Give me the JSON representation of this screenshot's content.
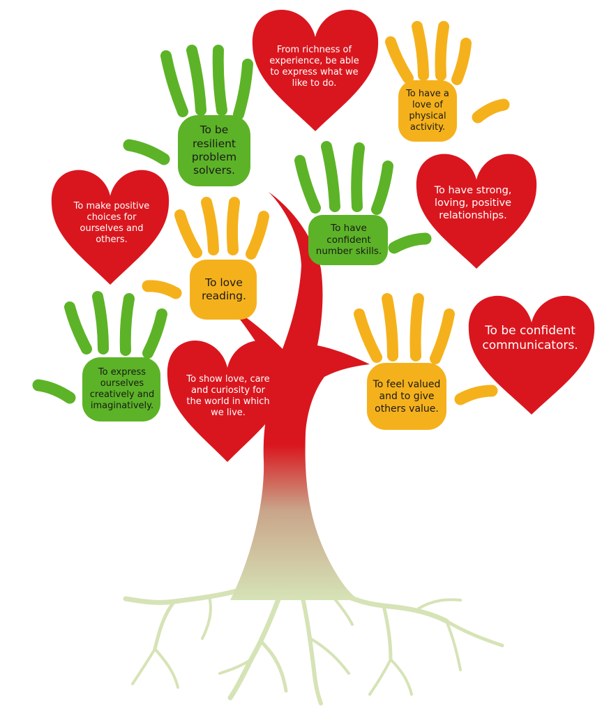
{
  "colors": {
    "heart": "#d9161e",
    "hand_green": "#5cb327",
    "hand_yellow": "#f5b11c",
    "trunk": "#d9161e",
    "roots": "#d6e3b6",
    "text_on_heart": "#ffffff",
    "text_on_hand": "#1a1a1a"
  },
  "hearts": [
    {
      "id": "heart-richness",
      "text": "From richness of experience, be able to express what we like to do."
    },
    {
      "id": "heart-choices",
      "text": "To make positive choices for ourselves and others."
    },
    {
      "id": "heart-relationships",
      "text": "To have strong, loving, positive relationships."
    },
    {
      "id": "heart-love-care",
      "text": "To show love, care and curiosity for the world in which we live."
    },
    {
      "id": "heart-communicators",
      "text": "To be confident communicators."
    }
  ],
  "hands": [
    {
      "id": "hand-resilient",
      "color_name": "green",
      "text": "To be resilient problem solvers."
    },
    {
      "id": "hand-physical",
      "color_name": "yellow",
      "text": "To have a love of physical activity."
    },
    {
      "id": "hand-number",
      "color_name": "green",
      "text": "To have confident number skills."
    },
    {
      "id": "hand-reading",
      "color_name": "yellow",
      "text": "To love reading."
    },
    {
      "id": "hand-express",
      "color_name": "green",
      "text": "To express ourselves creatively and imaginatively."
    },
    {
      "id": "hand-valued",
      "color_name": "yellow",
      "text": "To feel valued and to give others value."
    }
  ]
}
